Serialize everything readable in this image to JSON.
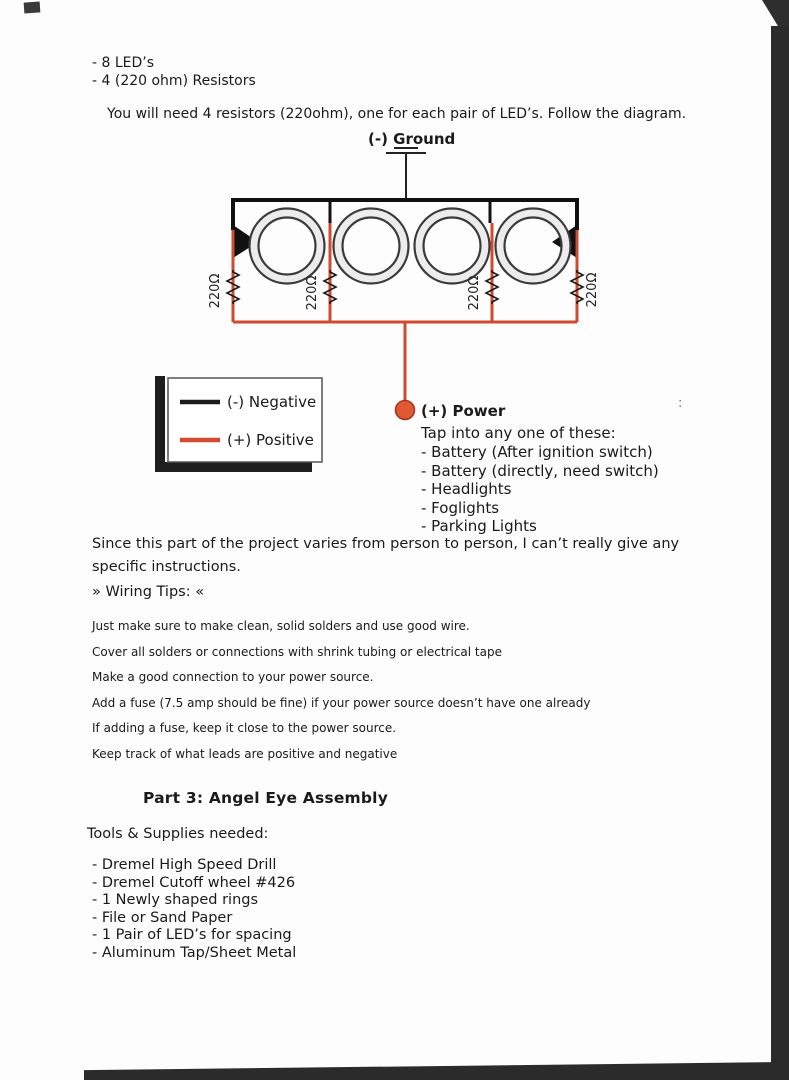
{
  "doc": {
    "materials": [
      "- 8 LED’s",
      "- 4 (220 ohm) Resistors"
    ],
    "intro": "You will need 4 resistors (220ohm), one for each pair of LED’s. Follow the diagram.",
    "diagram": {
      "ground_label": "(-) Ground",
      "resistor_label": "220Ω",
      "legend_negative": "(-) Negative",
      "legend_positive": "(+) Positive",
      "power_label": "(+) Power",
      "power_intro": "Tap into any one of these:",
      "power_sources": [
        "- Battery (After ignition switch)",
        "- Battery (directly, need switch)",
        "- Headlights",
        "- Foglights",
        "- Parking Lights"
      ],
      "colors": {
        "positive_wire": "#cf4a2e",
        "negative_wire": "#1c1c1c",
        "power_dot": "#df5a33",
        "power_label": "#c0391d"
      }
    },
    "stray_mark": ":",
    "note": "Since this part of the project varies from person to person, I can’t really give any specific instructions.",
    "wiring_tips_heading": "» Wiring Tips: «",
    "wiring_tips": [
      "Just make sure to make clean, solid solders and use good wire.",
      "Cover all solders or connections with shrink tubing or electrical tape",
      "Make a good connection to your power source.",
      "Add a fuse (7.5 amp should be fine) if your power source doesn’t have one already",
      "If adding a fuse, keep it close to the power source.",
      "Keep track of what leads are positive and negative"
    ],
    "part3_heading": "Part 3: Angel Eye Assembly",
    "tools_heading": "Tools & Supplies needed:",
    "tools": [
      "- Dremel High Speed Drill",
      "- Dremel Cutoff wheel #426",
      "- 1 Newly shaped rings",
      "- File or Sand Paper",
      "- 1 Pair of LED’s for spacing",
      "- Aluminum Tap/Sheet Metal"
    ]
  }
}
